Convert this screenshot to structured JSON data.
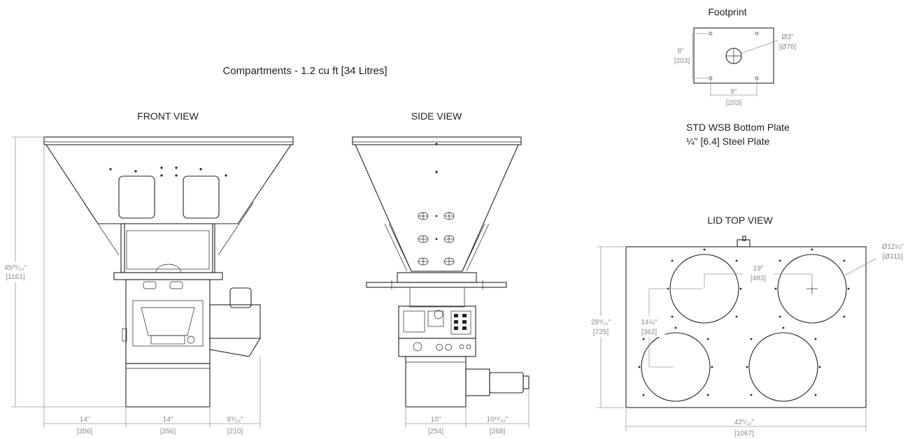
{
  "title": "Compartments  - 1.2 cu ft [34 Litres]",
  "views": {
    "front": "FRONT VIEW",
    "side": "SIDE VIEW",
    "lid": "LID TOP VIEW",
    "footprint": "Footprint"
  },
  "plate": {
    "line1": "STD WSB Bottom Plate",
    "line2": "¼\" [6.4] Steel Plate"
  },
  "dimensions": {
    "front_height": "45²⁵⁄₃₂\"",
    "front_height_mm": "[1161]",
    "front_w1": "14\"",
    "front_w1_mm": "[356]",
    "front_w2": "14\"",
    "front_w2_mm": "[356]",
    "front_w3": "8⁹⁄₃₂\"",
    "front_w3_mm": "[210]",
    "side_w1": "10\"",
    "side_w1_mm": "[254]",
    "side_w2": "10¹¹⁄₃₂\"",
    "side_w2_mm": "[268]",
    "fp_dia": "Ø3\"",
    "fp_dia_mm": "[Ø76]",
    "fp_h": "8\"",
    "fp_h_mm": "[203]",
    "fp_w": "8\"",
    "fp_w_mm": "[203]",
    "lid_dia": "Ø12¼\"",
    "lid_dia_mm": "[Ø311]",
    "lid_sx": "19\"",
    "lid_sx_mm": "[483]",
    "lid_sy": "14¼\"",
    "lid_sy_mm": "[362]",
    "lid_h": "28⁹⁄₁₆\"",
    "lid_h_mm": "[725]",
    "lid_w": "42⁵⁄₃₂\"",
    "lid_w_mm": "[1067]"
  }
}
